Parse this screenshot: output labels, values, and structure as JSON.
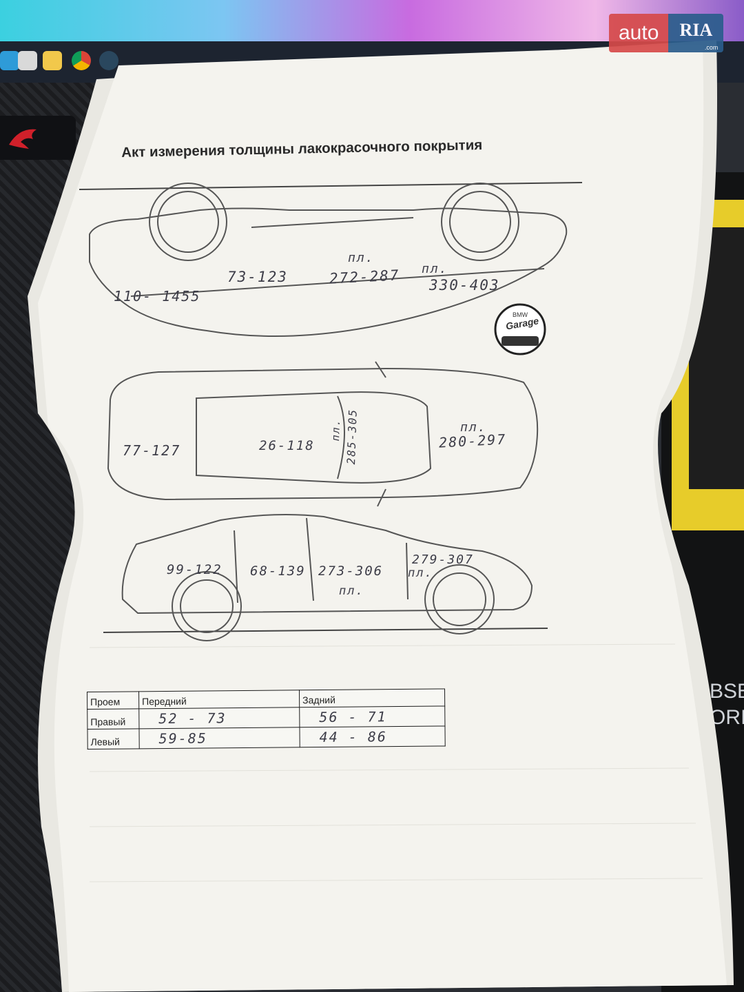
{
  "watermark": {
    "auto": "auto",
    "ria": "RIA",
    "ria_suffix": ".com"
  },
  "document": {
    "title": "Акт измерения толщины лакокрасочного покрытия",
    "logo": {
      "line1": "BMW",
      "line2": "Garage"
    }
  },
  "measurements": {
    "side_top": {
      "front_fender": "110- 1455",
      "front_door": "73-123",
      "rear_door_label": "пл.",
      "rear_door": "272-287",
      "rear_fender_label": "пл.",
      "rear_fender": "330-403"
    },
    "top": {
      "trunk": "77-127",
      "roof": "26-118",
      "pillar_label": "пл.",
      "pillar": "285-305",
      "hood_label": "пл.",
      "hood": "280-297"
    },
    "side_bottom": {
      "rear_fender": "99-122",
      "rear_door": "68-139",
      "front_door": "273-306",
      "front_door_label": "пл.",
      "front_fender": "279-307",
      "front_fender_label": "пл."
    }
  },
  "openings_table": {
    "headers": [
      "Проем",
      "Передний",
      "Задний"
    ],
    "rows": [
      {
        "label": "Правый",
        "front": "52 - 73",
        "rear": "56 - 71"
      },
      {
        "label": "Левый",
        "front": "59-85",
        "rear": "44 - 86"
      }
    ]
  },
  "background": {
    "pad_text_1": "BSE",
    "pad_text_2": "ORI"
  },
  "colors": {
    "paper": "#f4f3ee",
    "ink": "#3d3d48",
    "rog_red": "#d0202a",
    "yellow": "#e7cc2a"
  }
}
